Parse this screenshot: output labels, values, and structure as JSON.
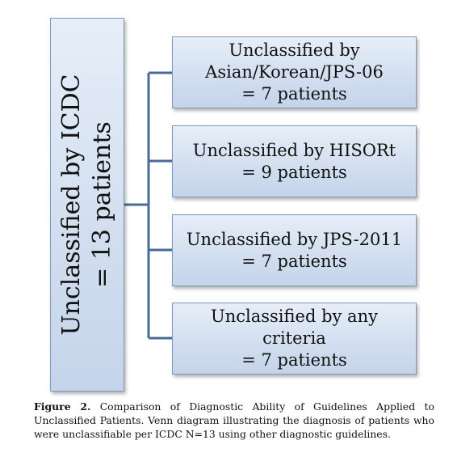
{
  "root": {
    "lines": [
      "Unclassified by ICDC",
      "= 13 patients"
    ]
  },
  "children": [
    {
      "lines": [
        "Unclassified by",
        "Asian/Korean/JPS-06",
        "= 7 patients"
      ]
    },
    {
      "lines": [
        "Unclassified by HISORt",
        "= 9 patients"
      ]
    },
    {
      "lines": [
        "Unclassified by JPS-2011",
        "= 7 patients"
      ]
    },
    {
      "lines": [
        "Unclassified by any",
        "criteria",
        "= 7 patients"
      ]
    }
  ],
  "caption": {
    "label": "Figure 2.",
    "text": "Comparison of Diagnostic Ability of Guidelines Applied to Unclassified Patients. Venn diagram illustrating the diagnosis of patients who were unclassifiable per ICDC N=13 using other diagnostic guidelines."
  },
  "colors": {
    "box_fill_top": "#e6eef8",
    "box_fill_bottom": "#c4d4ea",
    "box_border": "#7f98bd",
    "connector": "#4a6b99"
  }
}
